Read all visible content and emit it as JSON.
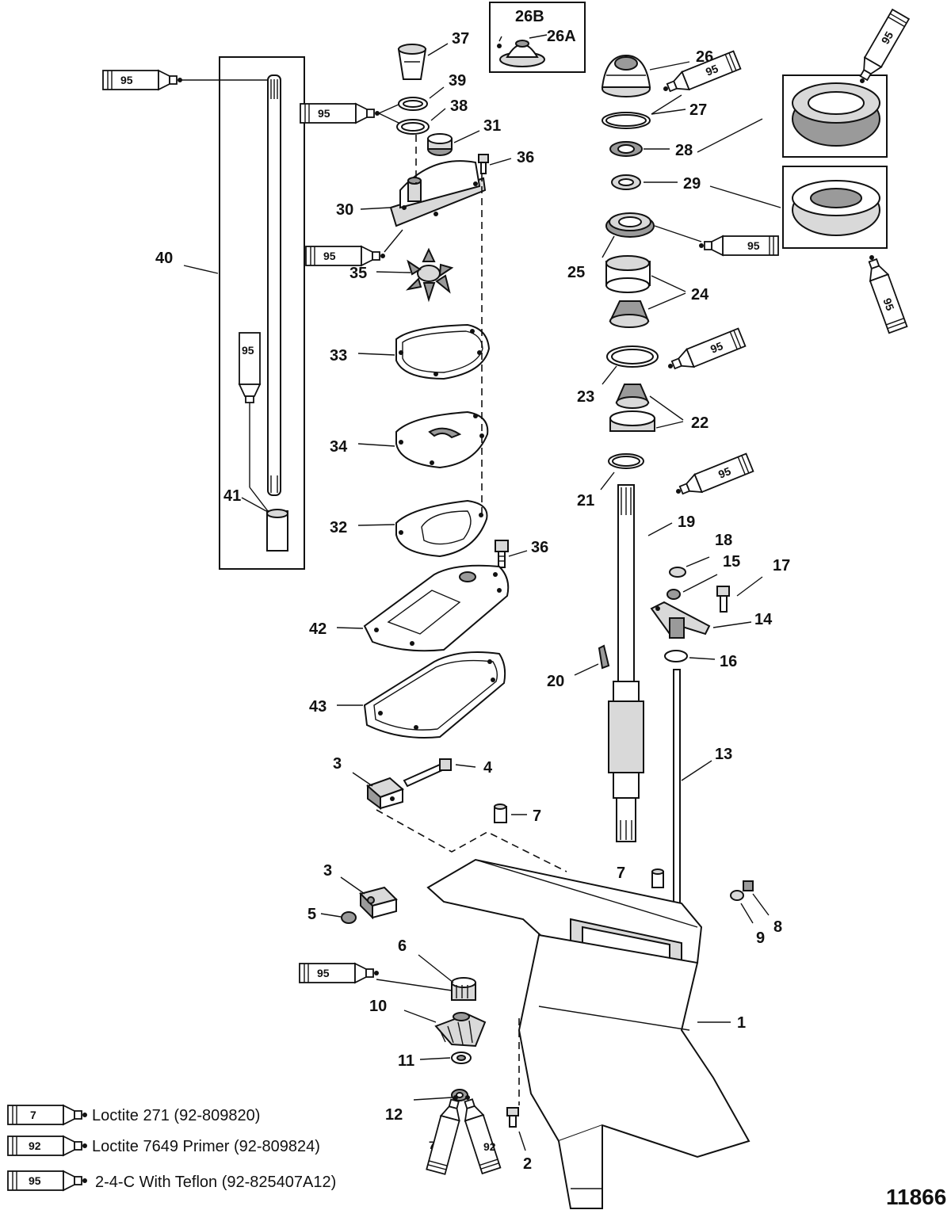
{
  "figure_number": "11866",
  "inset_labels": [
    "26B",
    "26A"
  ],
  "callouts": {
    "c1": "1",
    "c2": "2",
    "c3a": "3",
    "c3b": "3",
    "c4": "4",
    "c5": "5",
    "c6": "6",
    "c7a": "7",
    "c7b": "7",
    "c8": "8",
    "c9": "9",
    "c10": "10",
    "c11": "11",
    "c12": "12",
    "c13": "13",
    "c14": "14",
    "c15": "15",
    "c16": "16",
    "c17": "17",
    "c18": "18",
    "c19": "19",
    "c20": "20",
    "c21": "21",
    "c22": "22",
    "c23": "23",
    "c24": "24",
    "c25": "25",
    "c26": "26",
    "c27": "27",
    "c28": "28",
    "c29": "29",
    "c30": "30",
    "c31": "31",
    "c32": "32",
    "c33": "33",
    "c34": "34",
    "c35": "35",
    "c36a": "36",
    "c36b": "36",
    "c37": "37",
    "c38": "38",
    "c39": "39",
    "c40": "40",
    "c41": "41",
    "c42": "42",
    "c43": "43"
  },
  "tubes": {
    "t1": "95",
    "t2": "95",
    "t3": "95",
    "t4": "95",
    "t5": "95",
    "t6": "95",
    "t7": "95",
    "t8": "95",
    "t9": "95",
    "t10": "95",
    "t11": "95",
    "t12": "7",
    "t13": "92"
  },
  "legend": [
    {
      "code": "7",
      "text": "Loctite 271 (92-809820)"
    },
    {
      "code": "92",
      "text": "Loctite 7649 Primer (92-809824)"
    },
    {
      "code": "95",
      "text": "2-4-C  With Teflon (92-825407A12)"
    }
  ]
}
